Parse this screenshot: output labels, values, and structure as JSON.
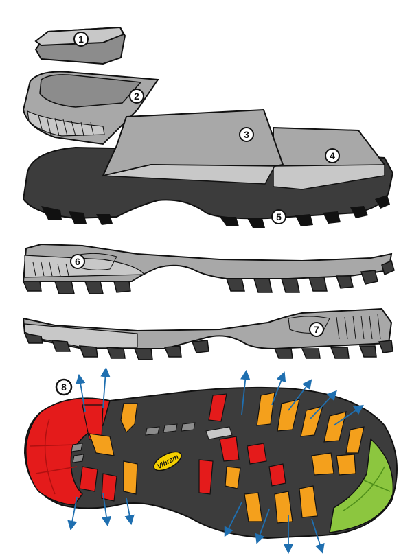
{
  "colors": {
    "layer_light": "#c8c8c8",
    "layer_mid": "#a8a8a8",
    "layer_dark": "#8c8c8c",
    "sole_dark": "#3c3c3c",
    "outline": "#111111",
    "zone_red": "#e41b1b",
    "zone_orange": "#f4a01c",
    "zone_green": "#8cc63f",
    "arrow_blue": "#1f6fb0",
    "logo_yellow": "#f5d000"
  },
  "parts": {
    "p1": {
      "label": "1"
    },
    "p2": {
      "label": "2"
    },
    "p3": {
      "label": "3"
    },
    "p4": {
      "label": "4"
    },
    "p5": {
      "label": "5"
    },
    "p6": {
      "label": "6"
    },
    "p7": {
      "label": "7"
    },
    "p8": {
      "label": "8"
    }
  },
  "logo": {
    "text": "Vibram"
  }
}
